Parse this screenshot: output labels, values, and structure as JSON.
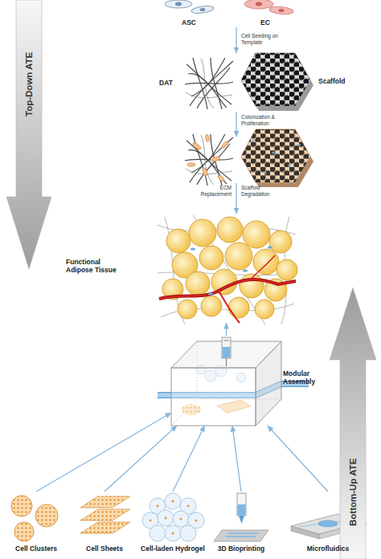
{
  "diagram": {
    "nodes": [
      {
        "text": [
          "Top-Down ATE"
        ]
      },
      {
        "text": [
          "ASC"
        ]
      },
      {
        "text": [
          "EC"
        ]
      },
      {
        "text": [
          "DAT"
        ]
      },
      {
        "text": [
          "Scaffold"
        ]
      },
      {
        "text": [
          "Functional Adipose Tissue"
        ]
      },
      {
        "text": [
          "Modular Assembly"
        ]
      },
      {
        "text": [
          "Bottom-Up ATE"
        ]
      },
      {
        "text": [
          "Cell Clusters"
        ]
      },
      {
        "text": [
          "Cell Sheets"
        ]
      },
      {
        "text": [
          "Cell-laden Hydrogel"
        ]
      },
      {
        "text": [
          "3D Bioprinting"
        ]
      },
      {
        "text": [
          "Microfluidics"
        ]
      }
    ],
    "edges": [
      {
        "from": 6,
        "to": 5,
        "arrow": "to"
      },
      {
        "from": 8,
        "to": 6,
        "arrow": "to"
      },
      {
        "from": 9,
        "to": 6,
        "arrow": "to"
      },
      {
        "from": 10,
        "to": 6,
        "arrow": "to"
      },
      {
        "from": 11,
        "to": 6,
        "arrow": "to"
      },
      {
        "from": 12,
        "to": 6,
        "arrow": "to"
      }
    ],
    "labels": [
      "Cell Seeding on Template",
      "Colonization & Proliferation",
      "ECM Replacement",
      "Scaffold Degradation"
    ]
  }
}
